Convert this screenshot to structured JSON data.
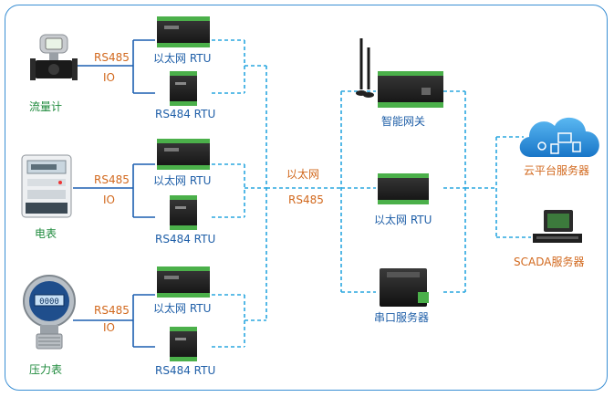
{
  "sensors": {
    "flowmeter": "流量计",
    "meter": "电表",
    "pressure": "压力表"
  },
  "links": {
    "rs485": "RS485",
    "io": "IO",
    "ethernet": "以太网",
    "rs485_mid": "RS485"
  },
  "rtu": {
    "ethernet_rtu": "以太网 RTU",
    "rs484_rtu": "RS484 RTU"
  },
  "gateways": {
    "smart_gateway": "智能网关",
    "ethernet_rtu": "以太网 RTU",
    "serial_server": "串口服务器"
  },
  "servers": {
    "cloud": "云平台服务器",
    "scada": "SCADA服务器"
  },
  "colors": {
    "frame": "#3a8fd4",
    "dashed": "#2aa7df",
    "tree_line": "#1c5fb0",
    "label_blue": "#1f5fa8",
    "label_green": "#1e8a3c",
    "label_orange": "#d2691e",
    "cloud": "#1d8fe0"
  }
}
